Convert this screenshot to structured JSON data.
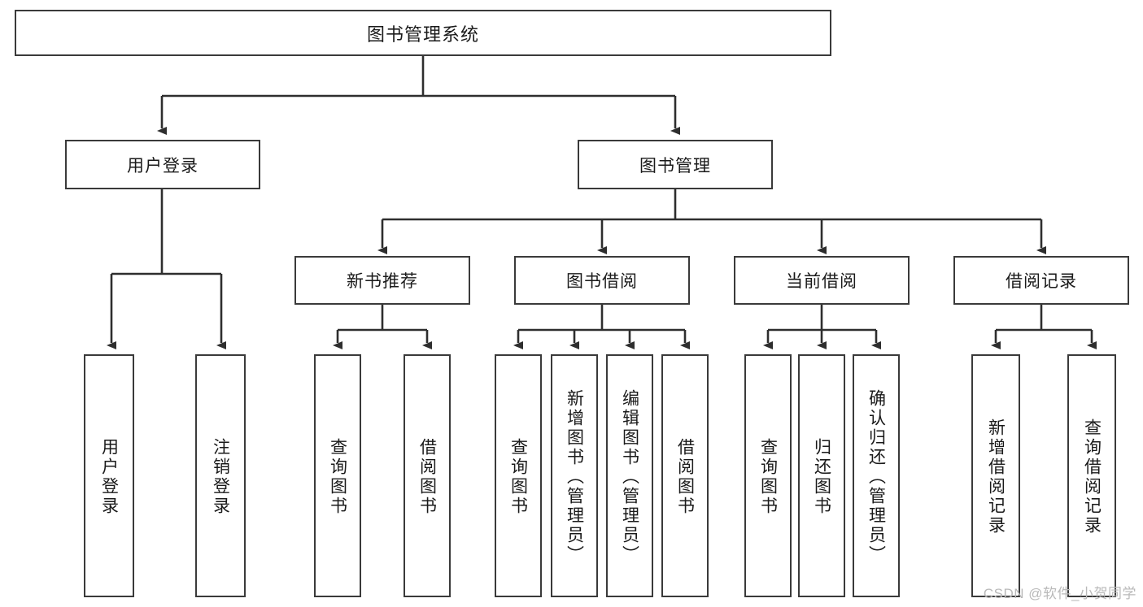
{
  "diagram": {
    "title": "图书管理系统",
    "type": "tree-hierarchy-diagram",
    "root": {
      "label": "图书管理系统"
    },
    "level1": [
      {
        "label": "用户登录"
      },
      {
        "label": "图书管理"
      }
    ],
    "level2": [
      {
        "label": "新书推荐"
      },
      {
        "label": "图书借阅"
      },
      {
        "label": "当前借阅"
      },
      {
        "label": "借阅记录"
      }
    ],
    "leaves": {
      "user_login": [
        {
          "label": "用户登录"
        },
        {
          "label": "注销登录"
        }
      ],
      "new_book_recommend": [
        {
          "label": "查询图书"
        },
        {
          "label": "借阅图书"
        }
      ],
      "book_borrow": [
        {
          "label": "查询图书"
        },
        {
          "label": "新增图书（管理员）"
        },
        {
          "label": "编辑图书（管理员）"
        },
        {
          "label": "借阅图书"
        }
      ],
      "current_borrow": [
        {
          "label": "查询图书"
        },
        {
          "label": "归还图书"
        },
        {
          "label": "确认归还（管理员）"
        }
      ],
      "borrow_record": [
        {
          "label": "新增借阅记录"
        },
        {
          "label": "查询借阅记录"
        }
      ]
    }
  },
  "watermark": {
    "text": "CSDN @软件_小贺同学"
  },
  "colors": {
    "box_border": "#3a3a3a",
    "connector": "#2e2e2e",
    "background": "#ffffff",
    "text": "#1a1a1a",
    "watermark": "#b9b9b9"
  }
}
